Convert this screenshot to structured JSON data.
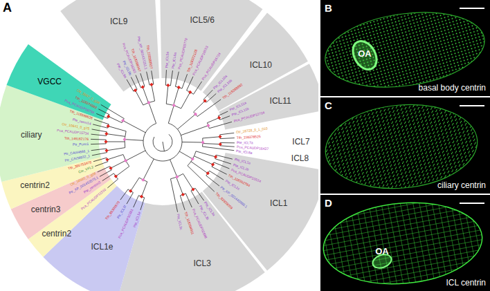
{
  "diagram": {
    "nodes": [
      {
        "text": [
          "A"
        ]
      },
      {
        "text": [
          "B",
          "OA",
          "basal body centrin"
        ]
      },
      {
        "text": [
          "C",
          "ciliary centrin"
        ]
      },
      {
        "text": [
          "D",
          "OA",
          "ICL centrin"
        ]
      }
    ],
    "labels": [
      "ICL9",
      "ICL5/6",
      "ICL10",
      "ICL11",
      "ICL7",
      "ICL8",
      "ICL1",
      "ICL3",
      "ICL1e",
      "centrin2",
      "centrin3",
      "centrin2",
      "ciliary",
      "VGCC",
      "Pte_ICL9a",
      "Ptr_ICL9b",
      "Pca_PCAUDP16263",
      "Tth_118399047",
      "Pte_XP_001437251.1",
      "Tth_118388927",
      "Pte_ICL5a",
      "Pte_ICL6a",
      "Pca_PCAUDP03770",
      "Tth_118372128",
      "Pca_PCAUDP16553",
      "Pte_ICL10a",
      "Pte_ICL10b",
      "Tth_118388892",
      "Pca_PCAUDP16724",
      "Pte_ICL11a",
      "Pte_ICL11b",
      "Pca_PCAUDP12704",
      "Otr_16728_0_1_010",
      "Tth_118378525",
      "Pte_ICL7a",
      "Pca_PCAUDP16437",
      "Pte_ICL8a",
      "Pte_ICL1a",
      "Pte_ICL1b",
      "Pca_PCAUDP10534",
      "Tth_118352784",
      "Pte_ICL1c",
      "Ptr_XP_001440990.1",
      "Tth_82939059",
      "Pte_ICL3a",
      "Pte_ICL3b",
      "Pca_PCAUDP02888",
      "Tth_118394811",
      "Pte_ICL3c",
      "Pte_ICL1e",
      "Pca_PCAUDP10381",
      "Ptr_ICL1f",
      "Tth_89300970",
      "Pca_PCAUDP11510",
      "Pte_centrin3",
      "Ptr_XP_001453575.1",
      "Otr_16560_0_g06",
      "Cre_VFL2",
      "Tth_386753478",
      "Ptr_CAI38932_1",
      "Ptr_CAI44666_1",
      "Ptr_Pcen1",
      "Tth_146162176",
      "Pca_PCAUDP15734",
      "Otr_10641_0_g75",
      "Pte_cenci14",
      "Tth_118398628",
      "Pca_PCAUDP16794",
      "Tth_118374983",
      "Otr_5557_0_g38"
    ]
  }
}
